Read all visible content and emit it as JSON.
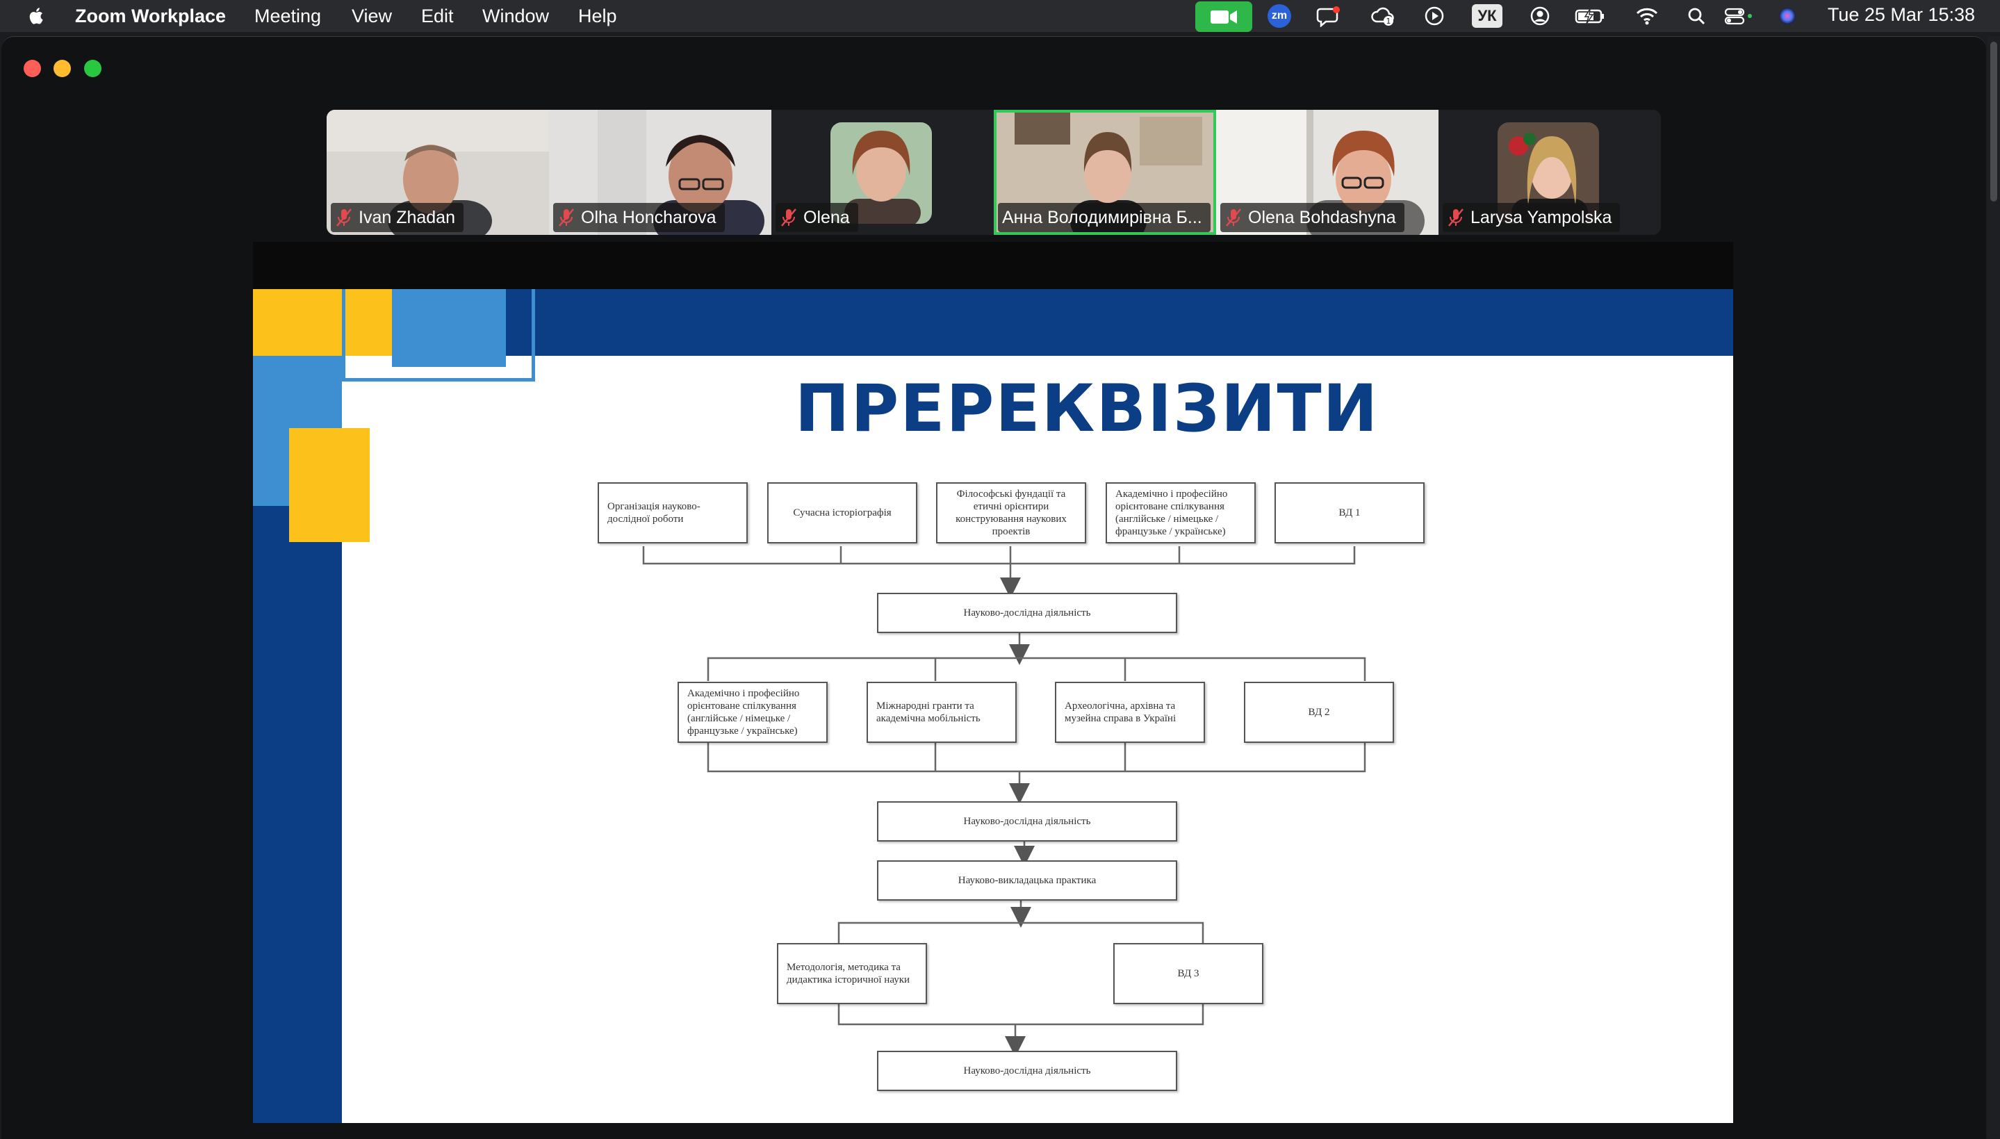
{
  "menubar": {
    "app_name": "Zoom Workplace",
    "items": [
      "Meeting",
      "View",
      "Edit",
      "Window",
      "Help"
    ],
    "keyboard_layout": "УК",
    "zoom_badge": "zm",
    "clock": "Tue 25 Mar  15:38"
  },
  "participants": [
    {
      "name": "Ivan Zhadan",
      "muted": true,
      "active": false
    },
    {
      "name": "Olha Honcharova",
      "muted": true,
      "active": false
    },
    {
      "name": "Olena",
      "muted": true,
      "active": false
    },
    {
      "name": "Анна Володимирівна Б...",
      "muted": false,
      "active": true
    },
    {
      "name": "Olena Bohdashyna",
      "muted": true,
      "active": false
    },
    {
      "name": "Larysa Yampolska",
      "muted": true,
      "active": false
    }
  ],
  "slide": {
    "title": "ПРЕРЕКВІЗИТИ",
    "row1": [
      "Організація науково-дослідної роботи",
      "Сучасна історіографія",
      "Філософські фундації та етичні орієнтири конструювання наукових проектів",
      "Академічно і професійно орієнтоване спілкування (англійське / німецьке / французьке / українське)",
      "ВД 1"
    ],
    "node1": "Науково-дослідна діяльність",
    "row2": [
      "Академічно і професійно орієнтоване спілкування (англійське / німецьке / французьке / українське)",
      "Міжнародні гранти та академічна мобільність",
      "Археологічна, архівна та музейна справа в Україні",
      "ВД 2"
    ],
    "node2": "Науково-дослідна діяльність",
    "node3": "Науково-викладацька практика",
    "row3": [
      "Методологія, методика та дидактика історичної науки",
      "ВД 3"
    ],
    "node4": "Науково-дослідна діяльність"
  },
  "colors": {
    "slide_navy": "#0c3e86",
    "slide_blue": "#3d8fd1",
    "slide_yellow": "#fdc11c",
    "active_speaker": "#34c759",
    "camera_green": "#2fb84a"
  }
}
